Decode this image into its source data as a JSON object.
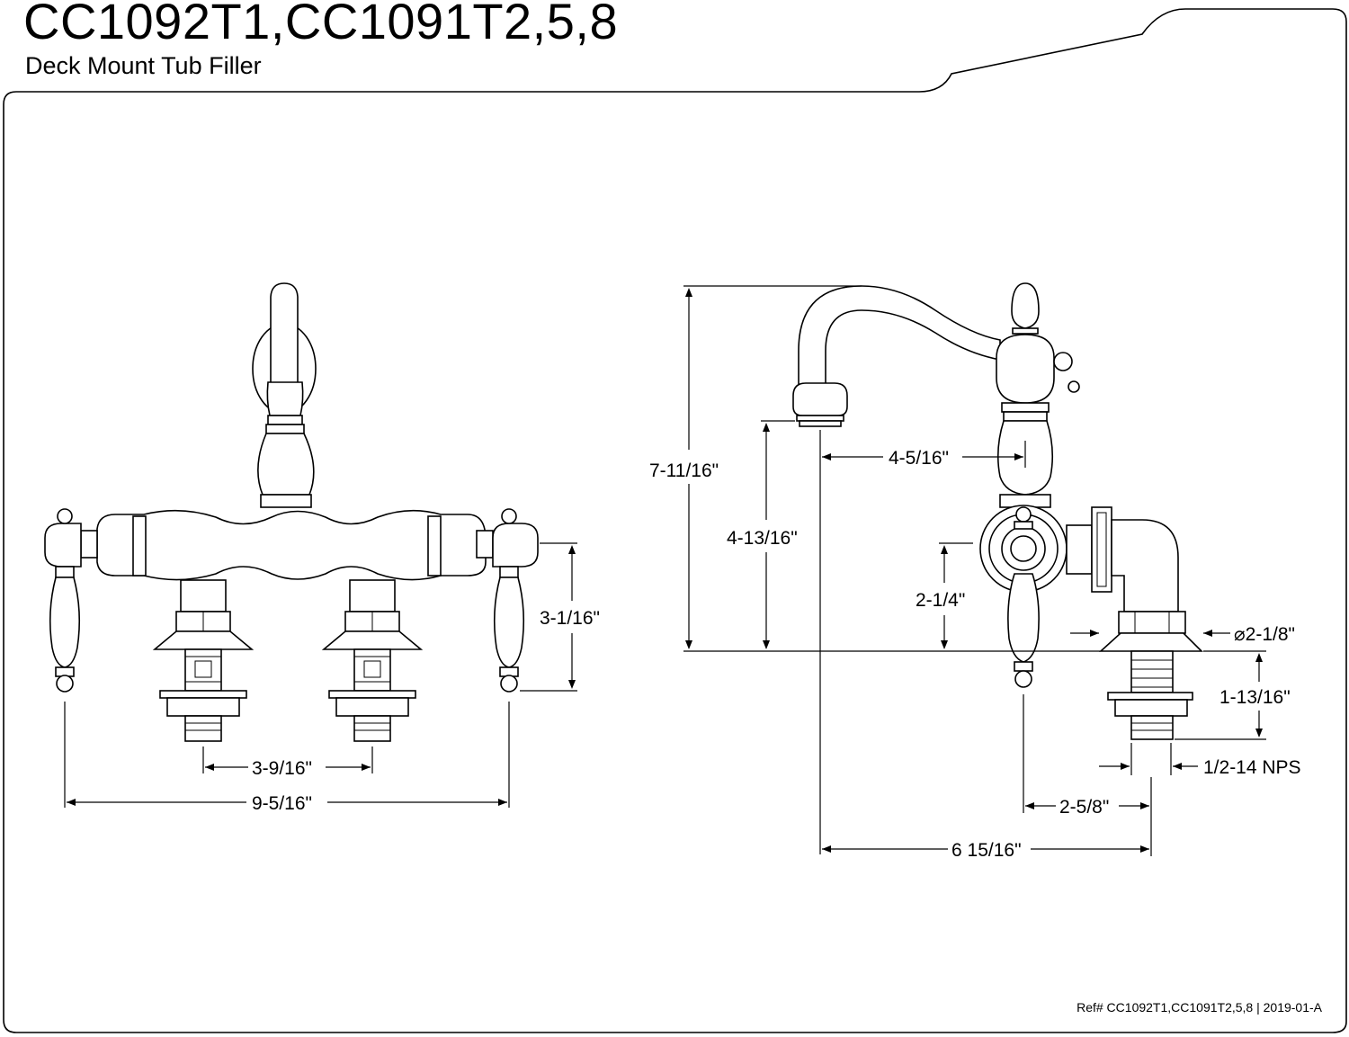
{
  "header": {
    "title": "CC1092T1,CC1091T2,5,8",
    "subtitle": "Deck Mount Tub Filler"
  },
  "footer": {
    "reference": "Ref# CC1092T1,CC1091T2,5,8 | 2019-01-A"
  },
  "front_view": {
    "dim_height_handle": "3-1/16\"",
    "dim_inlet_spacing": "3-9/16\"",
    "dim_overall_width": "9-5/16\""
  },
  "side_view": {
    "dim_overall_height": "7-11/16\"",
    "dim_spout_height": "4-13/16\"",
    "dim_spout_reach": "4-5/16\"",
    "dim_body_height": "2-1/4\"",
    "dim_flange_diameter": "⌀2-1/8\"",
    "dim_shank_length": "1-13/16\"",
    "dim_thread": "1/2-14 NPS",
    "dim_handle_offset": "2-5/8\"",
    "dim_overall_depth": "6 15/16\""
  }
}
